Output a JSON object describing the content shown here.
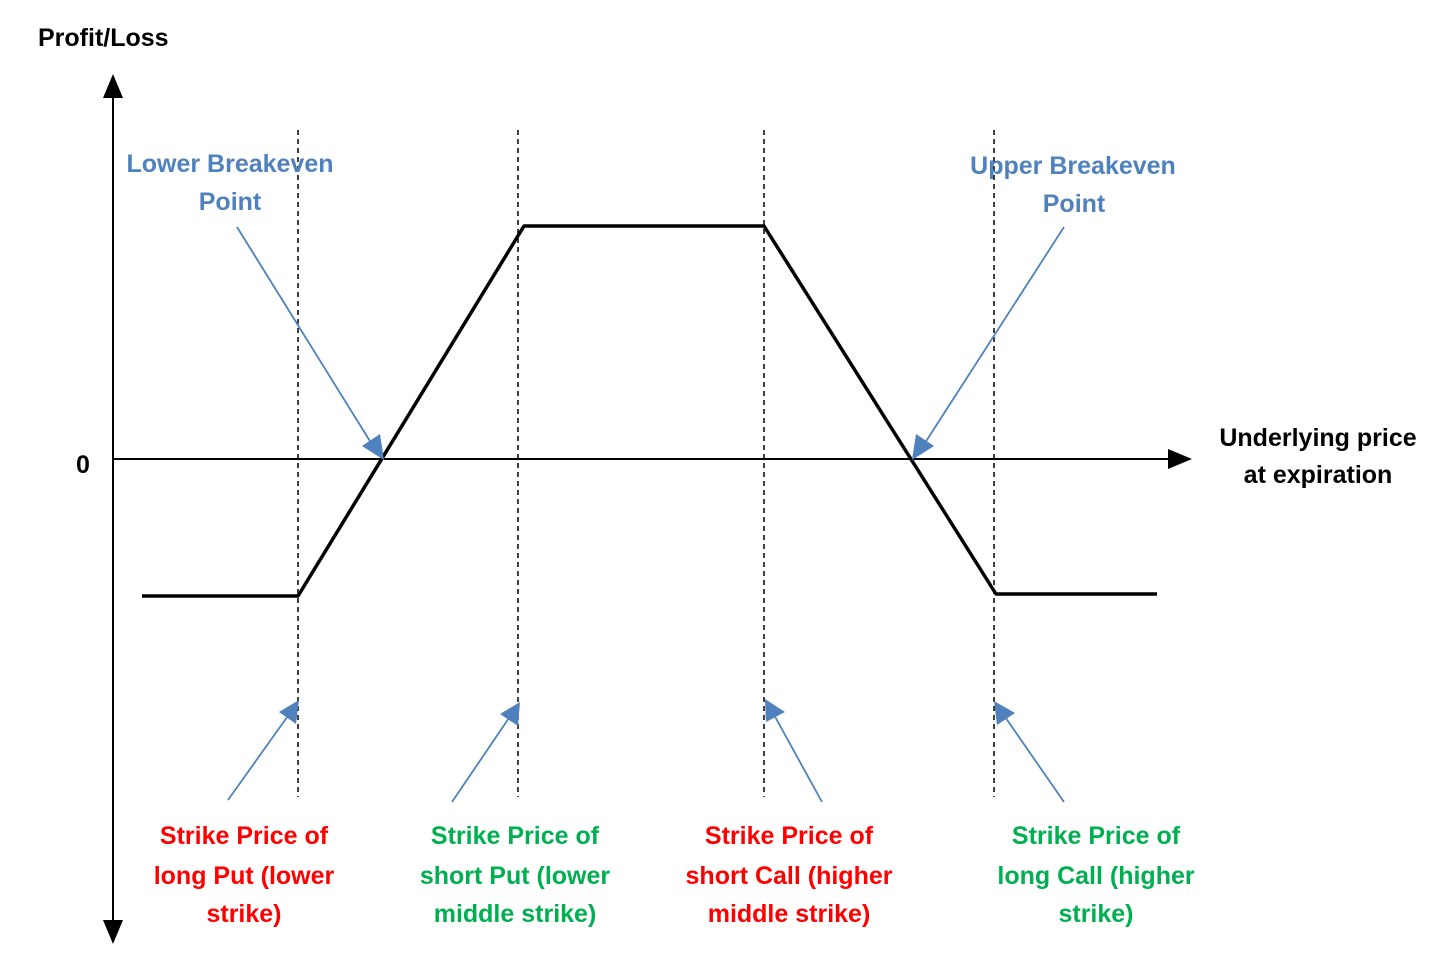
{
  "axes": {
    "y_label": "Profit/Loss",
    "zero_label": "0",
    "x_label_line1": "Underlying price",
    "x_label_line2": "at expiration"
  },
  "breakevens": {
    "lower_line1": "Lower Breakeven",
    "lower_line2": "Point",
    "upper_line1": "Upper Breakeven",
    "upper_line2": "Point"
  },
  "strikes": [
    {
      "line1": "Strike Price of",
      "line2": "long Put (lower",
      "line3": "strike)"
    },
    {
      "line1": "Strike Price of",
      "line2": "short Put (lower",
      "line3": "middle strike)"
    },
    {
      "line1": "Strike Price of",
      "line2": "short Call (higher",
      "line3": "middle strike)"
    },
    {
      "line1": "Strike Price of",
      "line2": "long Call (higher",
      "line3": "strike)"
    }
  ],
  "colors": {
    "breakeven_label": "#4f81bd",
    "arrow": "#4f81bd",
    "long_strike": "#ff0000",
    "short_strike": "#00b050",
    "payoff": "#000000",
    "axis": "#000000",
    "guide": "#000000"
  }
}
